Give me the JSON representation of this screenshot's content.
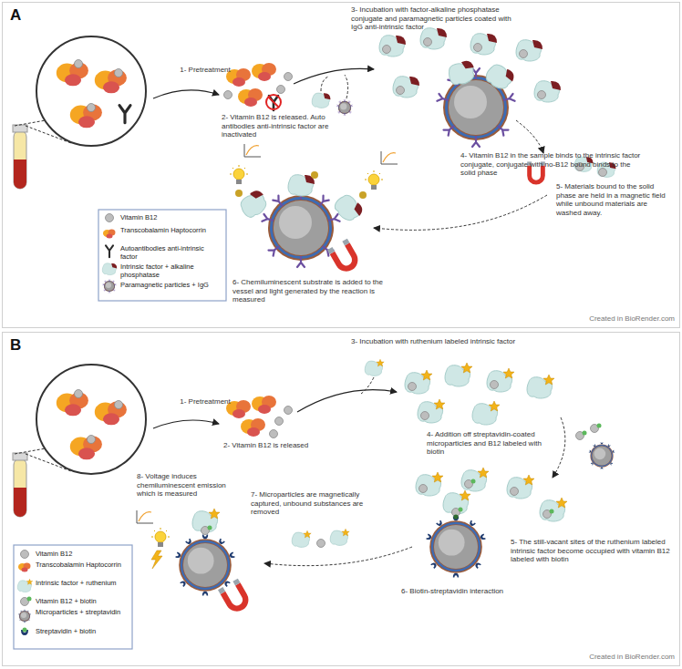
{
  "diagram": {
    "nodes": [
      {
        "text": [
          "A"
        ]
      },
      {
        "text": [
          "B"
        ]
      }
    ],
    "labels": [
      "1- Pretreatment",
      "2- Vitamin B12 is released. Auto antibodies anti-intrinsic factor are inactivated",
      "3- Incubation with factor-alkaline phosphatase conjugate and paramagnetic particles coated with IgG anti-intrinsic factor",
      "4- Vitamin B12 in the sample binds to the intrinsic factor conjugate, conjugate with no-B12 bound binds to the solid phase",
      "5- Materials bound to the solid phase are held in a magnetic field while unbound materials are washed away.",
      "6- Chemiluminescent substrate is added to the vessel and light generated by the reaction is measured",
      "Created in BioRender.com",
      "1- Pretreatment",
      "2- Vitamin B12 is released",
      "3- Incubation with ruthenium labeled intrinsic factor",
      "4- Addition off streptavidin-coated microparticles and B12 labeled with biotin",
      "5- The still-vacant sites of the ruthenium labeled intrinsic factor become occupied with vitamin B12 labeled with biotin",
      "6- Biotin-streptavidin interaction",
      "7- Microparticles are magnetically captured, unbound substances are removed",
      "8- Voltage induces chemiluminescent emission which is measured",
      "Created in BioRender.com"
    ],
    "legend": [
      {
        "text": "Vitamin B12"
      },
      {
        "text": "Transcobalamin Haptocorrin"
      },
      {
        "text": "Autoantibodies anti-intrinsic factor"
      },
      {
        "text": "Intrinsic factor + alkaline phosphatase"
      },
      {
        "text": "Paramagnetic particles + IgG"
      },
      {
        "text": "Vitamin B12"
      },
      {
        "text": "Transcobalamin Haptocorrin"
      },
      {
        "text": "Intrinsic factor + ruthenium"
      },
      {
        "text": "Vitamin B12 + biotin"
      },
      {
        "text": "Microparticles + streptavidin"
      },
      {
        "text": "Streptavidin + biotin"
      }
    ]
  }
}
